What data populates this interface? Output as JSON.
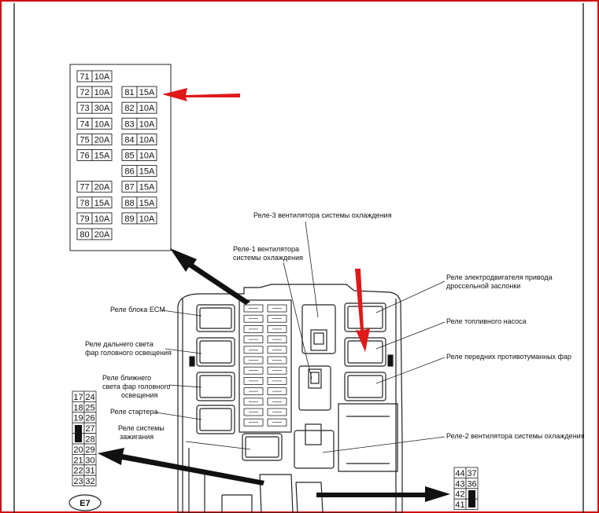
{
  "fuse_table": {
    "left": [
      {
        "num": "71",
        "amp": "10A"
      },
      {
        "num": "72",
        "amp": "10A"
      },
      {
        "num": "73",
        "amp": "30A"
      },
      {
        "num": "74",
        "amp": "10A"
      },
      {
        "num": "75",
        "amp": "20A"
      },
      {
        "num": "76",
        "amp": "15A"
      },
      {
        "num": "",
        "amp": ""
      },
      {
        "num": "77",
        "amp": "20A"
      },
      {
        "num": "78",
        "amp": "15A"
      },
      {
        "num": "79",
        "amp": "10A"
      },
      {
        "num": "80",
        "amp": "20A"
      }
    ],
    "right": [
      {
        "num": "",
        "amp": ""
      },
      {
        "num": "81",
        "amp": "15A"
      },
      {
        "num": "82",
        "amp": "10A"
      },
      {
        "num": "83",
        "amp": "10A"
      },
      {
        "num": "84",
        "amp": "10A"
      },
      {
        "num": "85",
        "amp": "10A"
      },
      {
        "num": "86",
        "amp": "15A"
      },
      {
        "num": "87",
        "amp": "15A"
      },
      {
        "num": "88",
        "amp": "15A"
      },
      {
        "num": "89",
        "amp": "10A"
      }
    ]
  },
  "labels": {
    "relay_cooling3": "Реле-3 вентилятора системы охлаждения",
    "relay_cooling1_l1": "Реле-1 вентилятора",
    "relay_cooling1_l2": "системы охлаждения",
    "relay_throttle_l1": "Реле электродвигателя привода",
    "relay_throttle_l2": "дроссельной заслонки",
    "relay_ecm": "Реле блока ECM",
    "relay_fuel_pump": "Реле топливного насоса",
    "relay_high_beam_l1": "Реле дальнего света",
    "relay_high_beam_l2": "фар головного освещения",
    "relay_fog": "Реле передних противотуманных фар",
    "relay_low_beam_l1": "Реле ближнего",
    "relay_low_beam_l2": "света фар головного",
    "relay_low_beam_l3": "освещения",
    "relay_starter": "Реле стартера",
    "relay_ignition_l1": "Реле системы",
    "relay_ignition_l2": "зажигания",
    "relay_cooling2": "Реле-2 вентилятора системы охлаждения"
  },
  "connector_e7": {
    "label": "E7",
    "rows": [
      [
        "17",
        "24"
      ],
      [
        "18",
        "25"
      ],
      [
        "19",
        "26"
      ],
      [
        "",
        "27"
      ],
      [
        "",
        "28"
      ],
      [
        "20",
        "29"
      ],
      [
        "21",
        "30"
      ],
      [
        "22",
        "31"
      ],
      [
        "23",
        "32"
      ]
    ]
  },
  "connector_right": {
    "rows": [
      [
        "44",
        "37"
      ],
      [
        "43",
        "36"
      ],
      [
        "42",
        ""
      ],
      [
        "41",
        ""
      ]
    ]
  },
  "colors": {
    "frame": "#d01010",
    "arrow_red": "#e01818",
    "arrow_black": "#111111"
  }
}
